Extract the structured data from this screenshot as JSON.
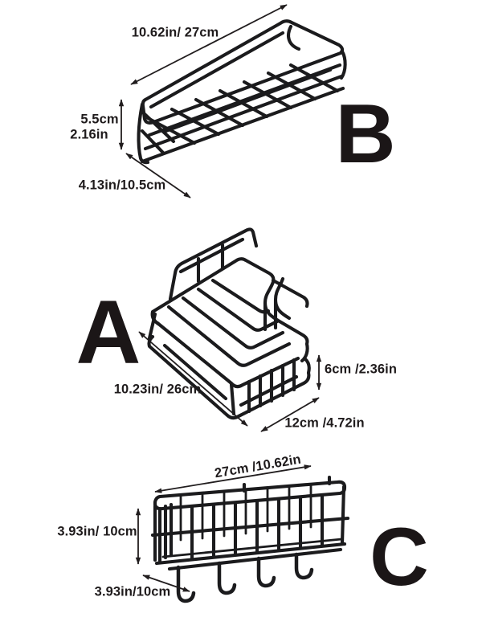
{
  "colors": {
    "background": "#ffffff",
    "wire": "#1b1b1d",
    "text": "#1f1b1c",
    "arrow": "#211d1e"
  },
  "products": [
    {
      "label": "B",
      "dims": {
        "length": "10.62in/ 27cm",
        "height_cm": "5.5cm",
        "height_in": "2.16in",
        "depth": "4.13in/10.5cm"
      }
    },
    {
      "label": "A",
      "dims": {
        "length": "10.23in/ 26cm",
        "height": "6cm /2.36in",
        "depth": "12cm /4.72in"
      }
    },
    {
      "label": "C",
      "dims": {
        "length": "27cm /10.62in",
        "height": "3.93in/ 10cm",
        "depth": "3.93in/10cm"
      }
    }
  ]
}
